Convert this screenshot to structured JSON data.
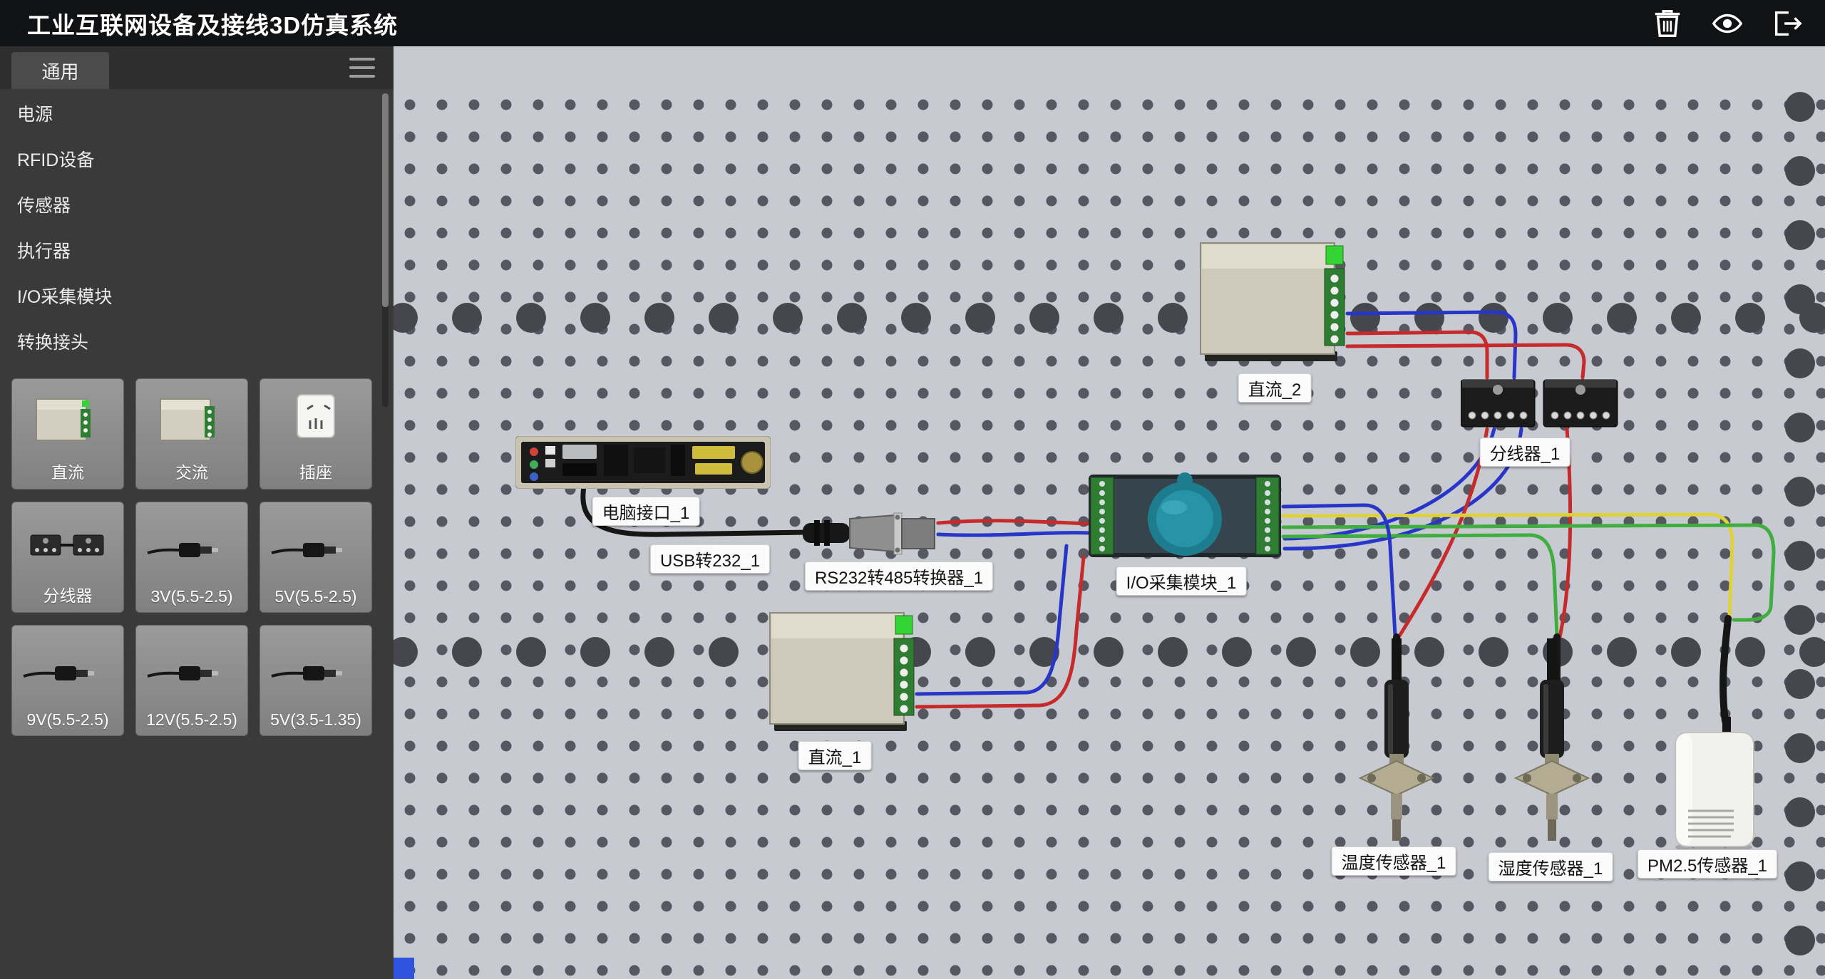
{
  "titlebar": {
    "title": "工业互联网设备及接线3D仿真系统",
    "buttons": [
      {
        "icon": "trash-icon"
      },
      {
        "icon": "eye-icon"
      },
      {
        "icon": "exit-icon"
      }
    ]
  },
  "sidebar": {
    "active_tab": "通用",
    "menu_items": [
      {
        "label": "电源"
      },
      {
        "label": "RFID设备"
      },
      {
        "label": "传感器"
      },
      {
        "label": "执行器"
      },
      {
        "label": "I/O采集模块"
      },
      {
        "label": "转换接头"
      }
    ],
    "palette_items": [
      {
        "label": "直流",
        "icon": "dc-power-icon"
      },
      {
        "label": "交流",
        "icon": "ac-power-icon"
      },
      {
        "label": "插座",
        "icon": "socket-icon"
      },
      {
        "label": "分线器",
        "icon": "splitter-icon"
      },
      {
        "label": "3V(5.5-2.5)",
        "icon": "plug-icon"
      },
      {
        "label": "5V(5.5-2.5)",
        "icon": "plug-icon"
      },
      {
        "label": "9V(5.5-2.5)",
        "icon": "plug-icon"
      },
      {
        "label": "12V(5.5-2.5)",
        "icon": "plug-icon"
      },
      {
        "label": "5V(3.5-1.35)",
        "icon": "plug-icon"
      }
    ]
  },
  "canvas": {
    "devices": [
      {
        "label": "直流_2",
        "type": "dc-power-supply"
      },
      {
        "label": "电脑接口_1",
        "type": "computer-io-panel"
      },
      {
        "label": "USB转232_1",
        "type": "usb-serial-adapter"
      },
      {
        "label": "RS232转485转换器_1",
        "type": "serial-converter"
      },
      {
        "label": "I/O采集模块_1",
        "type": "io-acquisition-module"
      },
      {
        "label": "分线器_1",
        "type": "wire-splitter"
      },
      {
        "label": "直流_1",
        "type": "dc-power-supply"
      },
      {
        "label": "温度传感器_1",
        "type": "temperature-sensor"
      },
      {
        "label": "湿度传感器_1",
        "type": "humidity-sensor"
      },
      {
        "label": "PM2.5传感器_1",
        "type": "pm25-sensor"
      }
    ],
    "wire_colors": {
      "red": "#c62a2a",
      "blue": "#2736c8",
      "green": "#3fae3f",
      "yellow": "#ddd23a",
      "black": "#161616"
    }
  }
}
